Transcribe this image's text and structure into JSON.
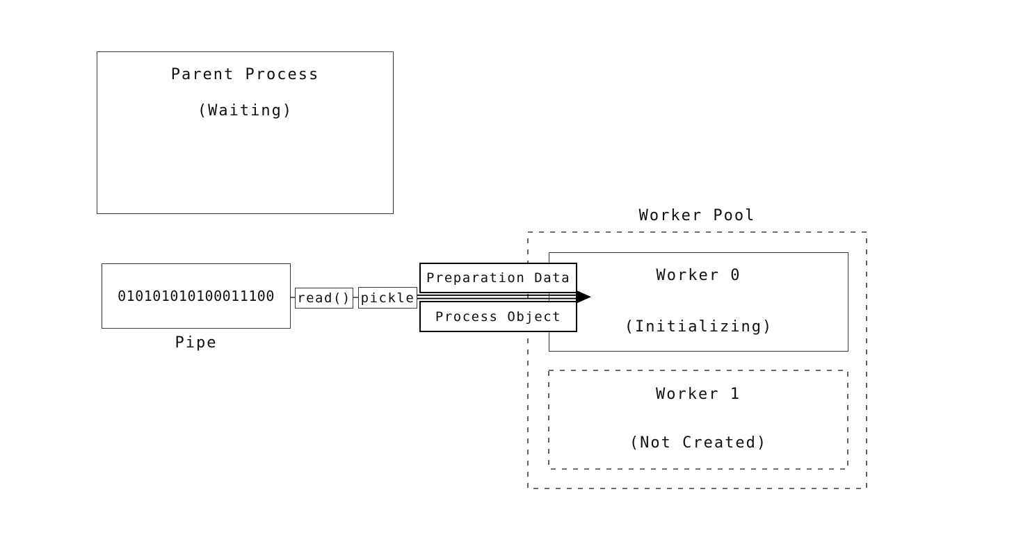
{
  "diagram": {
    "parent_process": {
      "title": "Parent Process",
      "status": "(Waiting)"
    },
    "pipe": {
      "content": "010101010100011100",
      "label": "Pipe"
    },
    "read_call_label": "read()",
    "pickle_label": "pickle",
    "arrow": {
      "top_label": "Preparation Data",
      "bottom_label": "Process Object"
    },
    "worker_pool": {
      "title": "Worker Pool",
      "workers": [
        {
          "name": "Worker 0",
          "status": "(Initializing)"
        },
        {
          "name": "Worker 1",
          "status": "(Not Created)"
        }
      ]
    },
    "colors": {
      "line": "#3a3a3a",
      "emphasis": "#000000",
      "background": "#ffffff",
      "text": "#111111"
    }
  }
}
